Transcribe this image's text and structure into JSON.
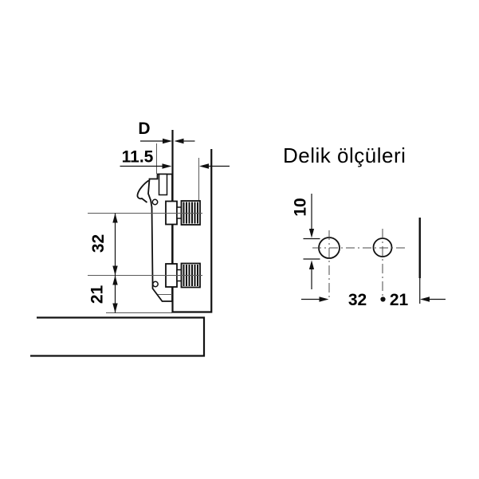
{
  "title": "Delik ölçüleri",
  "side_view": {
    "dim_d": "D",
    "dim_offset": "11.5",
    "dim_spacing": "32",
    "dim_bottom": "21"
  },
  "hole_layout": {
    "dim_diameter": "10",
    "dim_spacing": "32",
    "dim_edge": "21"
  },
  "colors": {
    "background": "#ffffff",
    "outline": "#111111",
    "thin_line": "#5a5a5a",
    "text": "#000000"
  }
}
